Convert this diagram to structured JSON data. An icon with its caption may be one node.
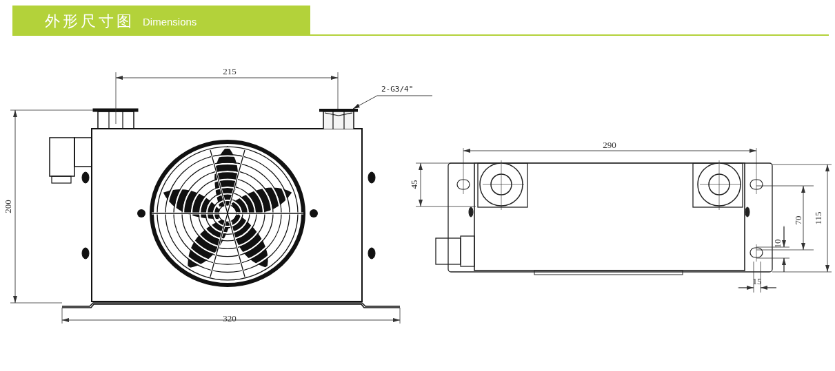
{
  "diagram": {
    "title": "外形尺寸图",
    "nodes": [
      {
        "text": [
          "2-G3/4\""
        ]
      },
      {
        "text": [],
        "shape": "box"
      }
    ],
    "edges": [
      {
        "from": 0,
        "to": 1,
        "arrow": "to"
      }
    ],
    "labels": [
      "Dimensions",
      "215",
      "200",
      "320",
      "290",
      "45",
      "10",
      "70",
      "115",
      "15"
    ]
  }
}
